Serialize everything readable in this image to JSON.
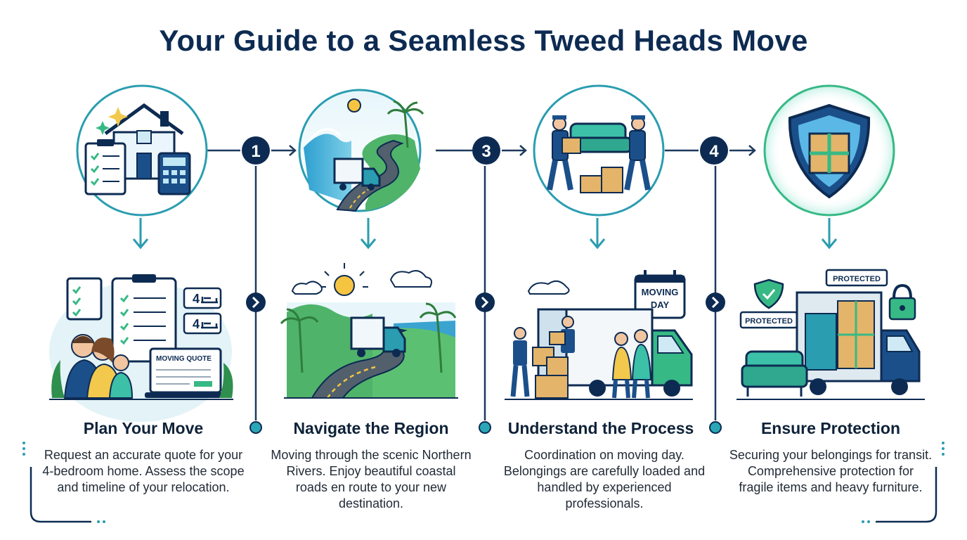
{
  "title": "Your Guide to a Seamless Tweed Heads Move",
  "step_numbers": [
    "1",
    "3",
    "4"
  ],
  "badges": {
    "moving_quote": "MOVING QUOTE",
    "bed_count_1": "4",
    "bed_count_2": "4",
    "moving_day_line1": "MOVING",
    "moving_day_line2": "DAY",
    "protected_1": "PROTECTED",
    "protected_2": "PROTECTED"
  },
  "steps": [
    {
      "title": "Plan Your Move",
      "description": "Request an accurate quote for your 4-bedroom home. Assess the scope and timeline of your relocation."
    },
    {
      "title": "Navigate the Region",
      "description": "Moving through the scenic Northern Rivers. Enjoy beautiful coastal roads en route to your new destination."
    },
    {
      "title": "Understand the Process",
      "description": "Coordination on moving day. Belongings are carefully loaded and handled by experienced professionals."
    },
    {
      "title": "Ensure Protection",
      "description": "Securing your belongings for transit. Comprehensive protection for fragile items and heavy furniture."
    }
  ],
  "colors": {
    "navy": "#0d2b52",
    "teal": "#2a9db0",
    "green": "#37b985",
    "road": "#4b5563"
  }
}
